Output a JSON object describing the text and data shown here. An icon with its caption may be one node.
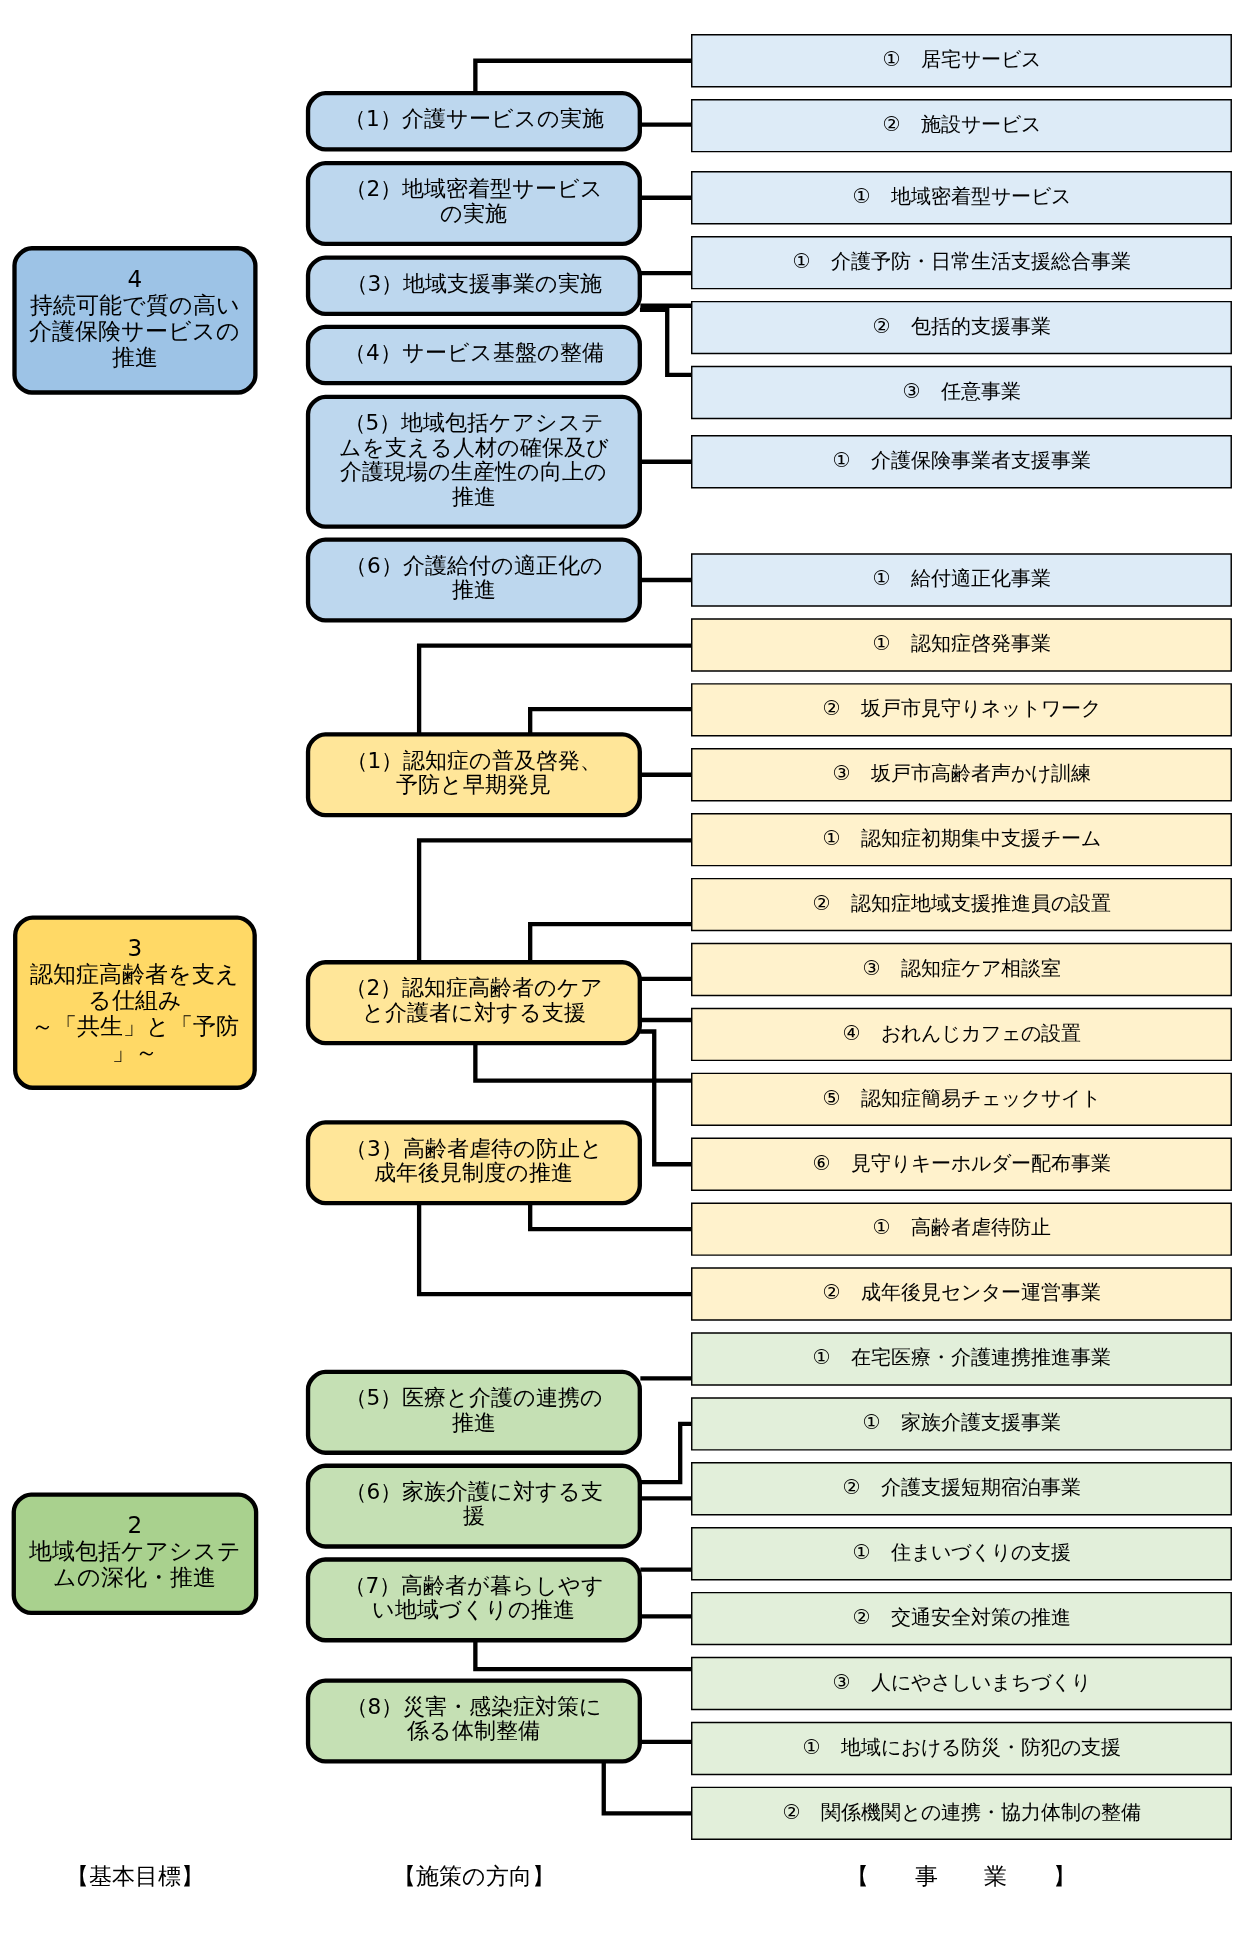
{
  "diagram": {
    "nodes": [
      {
        "text": [
          "2",
          "地域包括ケアシステムの深化・推進"
        ]
      },
      {
        "text": [
          "（5）医療と介護の連携の推進"
        ]
      },
      {
        "text": [
          "①　在宅医療・介護連携推進事業"
        ]
      },
      {
        "text": [
          "（6）家族介護に対する支援"
        ]
      },
      {
        "text": [
          "①　家族介護支援事業"
        ]
      },
      {
        "text": [
          "②　介護支援短期宿泊事業"
        ]
      },
      {
        "text": [
          "（7）高齢者が暮らしやすい地域づくりの推進"
        ]
      },
      {
        "text": [
          "①　住まいづくりの支援"
        ]
      },
      {
        "text": [
          "②　交通安全対策の推進"
        ]
      },
      {
        "text": [
          "③　人にやさしいまちづくり"
        ]
      },
      {
        "text": [
          "（8）災害・感染症対策に係る体制整備"
        ]
      },
      {
        "text": [
          "①　地域における防災・防犯の支援"
        ]
      },
      {
        "text": [
          "②　関係機関との連携・協力体制の整備"
        ]
      },
      {
        "text": [
          "3",
          "認知症高齢者を支える仕組み",
          "～「共生」と「予防」～"
        ]
      },
      {
        "text": [
          "（1）認知症の普及啓発、予防と早期発見"
        ]
      },
      {
        "text": [
          "①　認知症啓発事業"
        ]
      },
      {
        "text": [
          "②　坂戸市見守りネットワーク"
        ]
      },
      {
        "text": [
          "③　坂戸市高齢者声かけ訓練"
        ]
      },
      {
        "text": [
          "（2）認知症高齢者のケアと介護者に対する支援"
        ]
      },
      {
        "text": [
          "①　認知症初期集中支援チーム"
        ]
      },
      {
        "text": [
          "②　認知症地域支援推進員の設置"
        ]
      },
      {
        "text": [
          "③　認知症ケア相談室"
        ]
      },
      {
        "text": [
          "④　おれんじカフェの設置"
        ]
      },
      {
        "text": [
          "⑤　認知症簡易チェックサイト"
        ]
      },
      {
        "text": [
          "⑥　見守りキーホルダー配布事業"
        ]
      },
      {
        "text": [
          "（3）高齢者虐待の防止と成年後見制度の推進"
        ]
      },
      {
        "text": [
          "①　高齢者虐待防止"
        ]
      },
      {
        "text": [
          "②　成年後見センター運営事業"
        ]
      },
      {
        "text": [
          "4",
          "持続可能で質の高い介護保険サービスの推進"
        ]
      },
      {
        "text": [
          "（1）介護サービスの実施"
        ]
      },
      {
        "text": [
          "①　居宅サービス"
        ]
      },
      {
        "text": [
          "②　施設サービス"
        ]
      },
      {
        "text": [
          "（2）地域密着型サービスの実施"
        ]
      },
      {
        "text": [
          "①　地域密着型サービス"
        ]
      },
      {
        "text": [
          "（3）地域支援事業の実施"
        ]
      },
      {
        "text": [
          "①　介護予防・日常生活支援総合事業"
        ]
      },
      {
        "text": [
          "②　包括的支援事業"
        ]
      },
      {
        "text": [
          "③　任意事業"
        ]
      },
      {
        "text": [
          "（4）サービス基盤の整備"
        ]
      },
      {
        "text": [
          "（5）地域包括ケアシステムを支える人材の確保及び介護現場の生産性の向上の推進"
        ]
      },
      {
        "text": [
          "①　介護保険事業者支援事業"
        ]
      },
      {
        "text": [
          "（6）介護給付の適正化の推進"
        ]
      },
      {
        "text": [
          "①　給付適正化事業"
        ]
      }
    ],
    "edges": [
      {
        "from": 1,
        "to": 2,
        "arrow": "none"
      },
      {
        "from": 3,
        "to": 4,
        "arrow": "none"
      },
      {
        "from": 3,
        "to": 5,
        "arrow": "none"
      },
      {
        "from": 6,
        "to": 7,
        "arrow": "none"
      },
      {
        "from": 6,
        "to": 8,
        "arrow": "none"
      },
      {
        "from": 6,
        "to": 9,
        "arrow": "none"
      },
      {
        "from": 10,
        "to": 11,
        "arrow": "none"
      },
      {
        "from": 10,
        "to": 12,
        "arrow": "none"
      },
      {
        "from": 14,
        "to": 15,
        "arrow": "none"
      },
      {
        "from": 14,
        "to": 16,
        "arrow": "none"
      },
      {
        "from": 14,
        "to": 17,
        "arrow": "none"
      },
      {
        "from": 18,
        "to": 19,
        "arrow": "none"
      },
      {
        "from": 18,
        "to": 20,
        "arrow": "none"
      },
      {
        "from": 18,
        "to": 21,
        "arrow": "none"
      },
      {
        "from": 18,
        "to": 22,
        "arrow": "none"
      },
      {
        "from": 18,
        "to": 23,
        "arrow": "none"
      },
      {
        "from": 18,
        "to": 24,
        "arrow": "none"
      },
      {
        "from": 25,
        "to": 26,
        "arrow": "none"
      },
      {
        "from": 25,
        "to": 27,
        "arrow": "none"
      },
      {
        "from": 29,
        "to": 30,
        "arrow": "none"
      },
      {
        "from": 29,
        "to": 31,
        "arrow": "none"
      },
      {
        "from": 32,
        "to": 33,
        "arrow": "none"
      },
      {
        "from": 34,
        "to": 35,
        "arrow": "none"
      },
      {
        "from": 34,
        "to": 36,
        "arrow": "none"
      },
      {
        "from": 34,
        "to": 37,
        "arrow": "none"
      },
      {
        "from": 39,
        "to": 40,
        "arrow": "none"
      },
      {
        "from": 41,
        "to": 42,
        "arrow": "none"
      }
    ],
    "labels": [
      "【基本目標】",
      "【施策の方向】",
      "【　　事　　業　　】"
    ]
  }
}
